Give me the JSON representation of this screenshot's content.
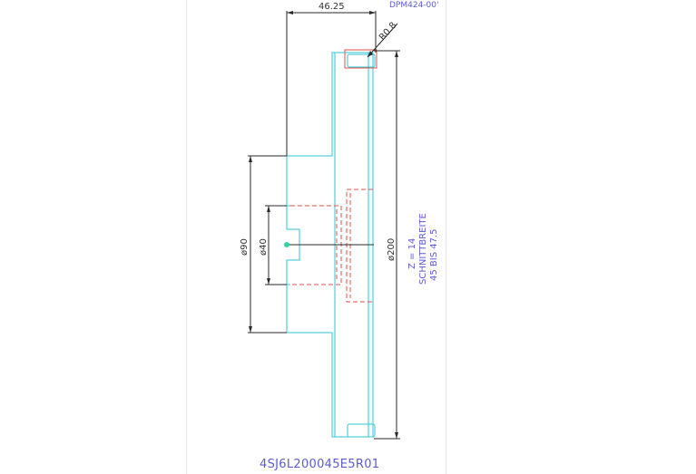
{
  "drawing": {
    "reference_top_right": "DPM424-00'",
    "drawing_number": "4SJ6L200045E5R01",
    "dimensions": {
      "width_top": "46.25",
      "radius": "R0.8",
      "dia_outer": "ø200",
      "dia_hub": "ø90",
      "dia_bore": "ø40"
    },
    "notes": {
      "teeth": "Z = 14",
      "cut_width_label": "SCHNITTBREITE",
      "cut_width_range": "45 BIS 47.5"
    },
    "colors": {
      "outline": "#2fc6d6",
      "hidden": "#e0504a",
      "dimension": "#2a2a2a",
      "note": "#5b5bd6",
      "center_marker": "#28d9a0"
    }
  }
}
